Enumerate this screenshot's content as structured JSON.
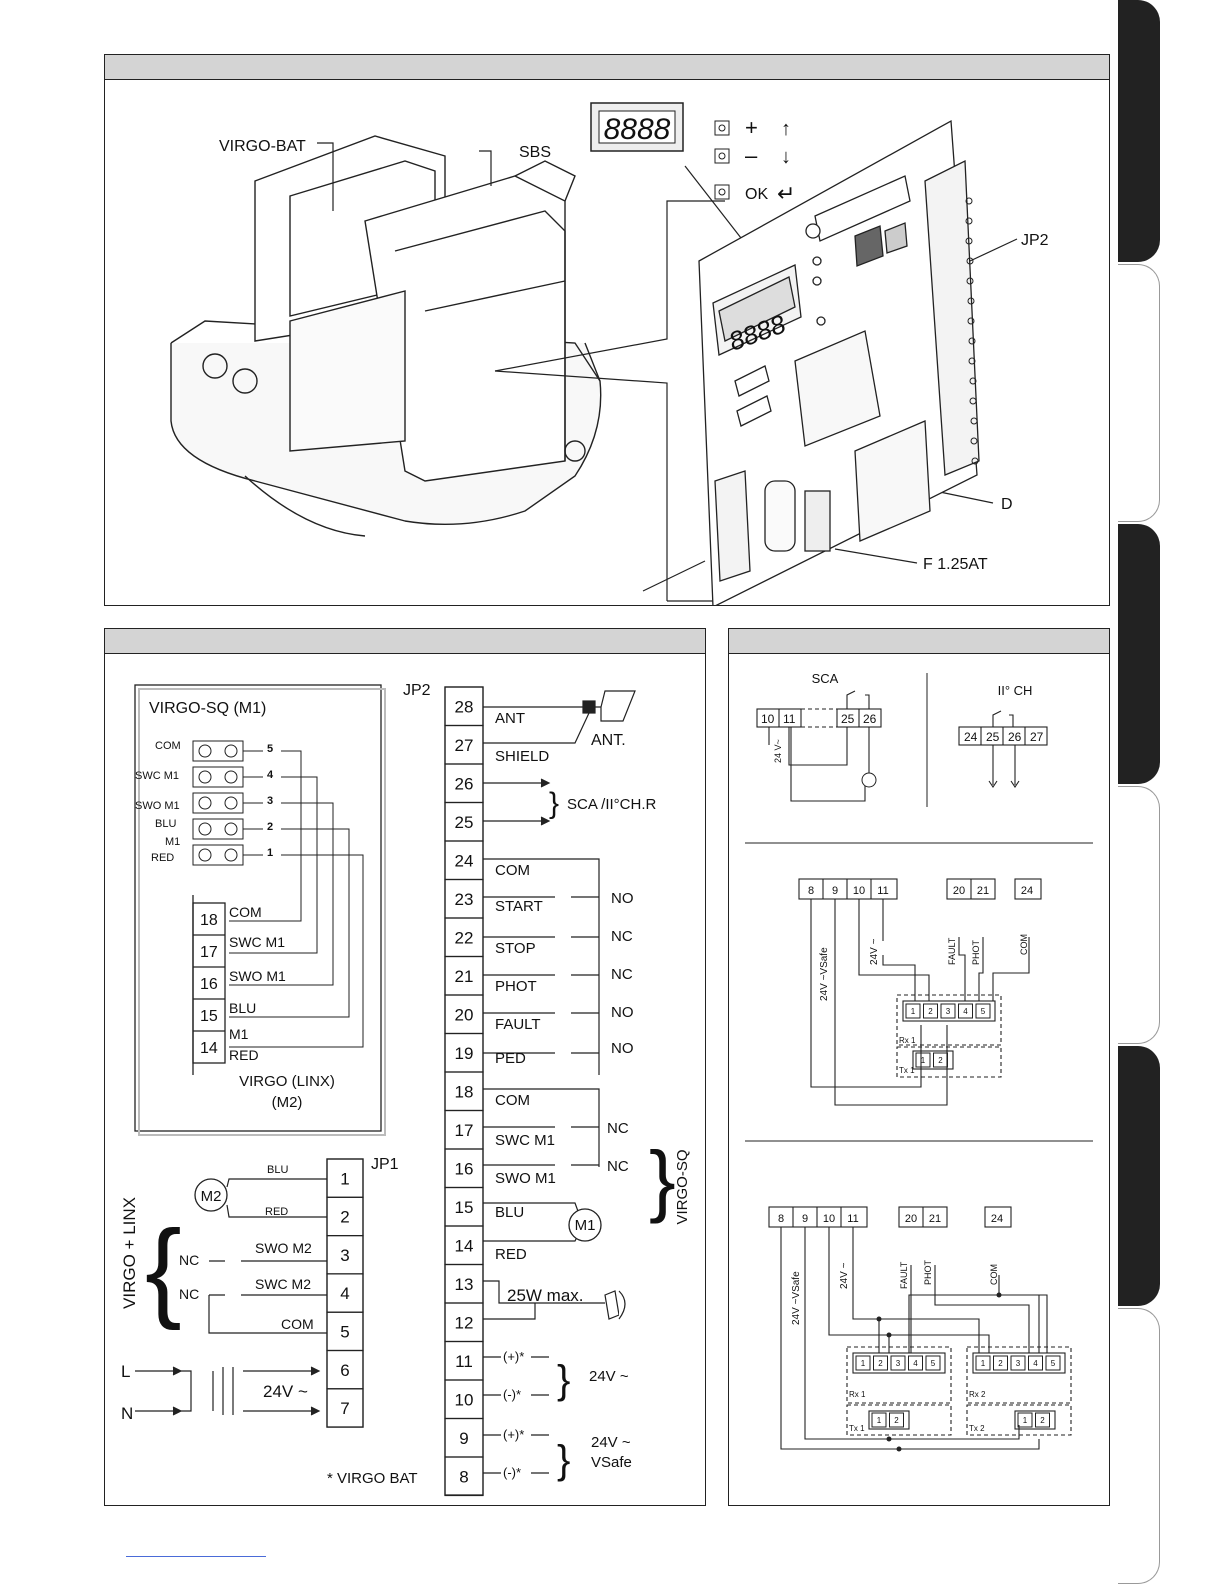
{
  "top_panel": {
    "labels": {
      "virgo_bat": "VIRGO-BAT",
      "sbs": "SBS",
      "jp2": "JP2",
      "d": "D",
      "fuse": "F  1.25AT",
      "display_digits": "8888",
      "plus": "+",
      "minus": "–",
      "ok": "OK"
    }
  },
  "wiring_panel": {
    "virgo_sq_title": "VIRGO-SQ (M1)",
    "m1_connector": [
      {
        "name": "COM",
        "num": "5"
      },
      {
        "name": "SWC M1",
        "num": "4"
      },
      {
        "name": "SWO M1",
        "num": "3"
      },
      {
        "name": "BLU",
        "num": "2"
      },
      {
        "name": "M1",
        "num": "1"
      },
      {
        "name": "RED",
        "num": ""
      }
    ],
    "linx_terminals": [
      {
        "num": "18",
        "label": "COM"
      },
      {
        "num": "17",
        "label": "SWC M1"
      },
      {
        "num": "16",
        "label": "SWO M1"
      },
      {
        "num": "15",
        "label": "BLU"
      },
      {
        "num": "14",
        "label": "M1"
      },
      {
        "num": "",
        "label": "RED"
      }
    ],
    "linx_caption_1": "VIRGO (LINX)",
    "linx_caption_2": "(M2)",
    "jp2_label": "JP2",
    "jp1_label": "JP1",
    "jp2_terminals": [
      "28",
      "27",
      "26",
      "25",
      "24",
      "23",
      "22",
      "21",
      "20",
      "19",
      "18",
      "17",
      "16",
      "15",
      "14",
      "13",
      "12",
      "11",
      "10",
      "9",
      "8"
    ],
    "jp2_wire_labels": {
      "ant": "ANT",
      "shield": "SHIELD",
      "ant_out": "ANT.",
      "sca": "SCA /II°CH.R",
      "com": "COM",
      "start": "START",
      "stop": "STOP",
      "phot": "PHOT",
      "fault": "FAULT",
      "ped": "PED",
      "com2": "COM",
      "swc": "SWC M1",
      "swo": "SWO M1",
      "blu": "BLU",
      "red": "RED",
      "lamp": "25W max.",
      "plus": "(+)*",
      "minus": "(-)*",
      "v24": "24V ~",
      "vsafe_1": "24V ~",
      "vsafe_2": "VSafe",
      "m1": "M1",
      "virgo_sq": "VIRGO-SQ"
    },
    "contact_states": [
      "NO",
      "NC",
      "NC",
      "NO",
      "NO",
      "NC",
      "NC"
    ],
    "jp1_terminals": [
      "1",
      "2",
      "3",
      "4",
      "5",
      "6",
      "7"
    ],
    "jp1_labels": {
      "blu": "BLU",
      "red": "RED",
      "m2": "M2",
      "swo": "SWO M2",
      "swc": "SWC M2",
      "com": "COM",
      "nc": "NC",
      "l": "L",
      "n": "N",
      "v24": "24V ~",
      "virgo_linx": "VIRGO + LINX"
    },
    "footnote": "* VIRGO BAT"
  },
  "right_panel": {
    "sca_title": "SCA",
    "sca_terms": [
      "10",
      "11",
      "25",
      "26"
    ],
    "sca_v": "24 V~",
    "ch2_title": "II° CH",
    "ch2_terms": [
      "24",
      "25",
      "26",
      "27"
    ],
    "d1_terms": [
      "8",
      "9",
      "10",
      "11",
      "20",
      "21",
      "24"
    ],
    "d_vert": {
      "vsafe": "24V ~VSafe",
      "v24": "24V ~",
      "fault": "FAULT",
      "phot": "PHOT",
      "com": "COM"
    },
    "rx_terms": [
      "1",
      "2",
      "3",
      "4",
      "5"
    ],
    "tx_terms": [
      "1",
      "2"
    ],
    "rx1": "Rx 1",
    "tx1": "Tx 1",
    "rx2": "Rx 2",
    "tx2": "Tx 2"
  },
  "colors": {
    "header": "#d4d4d4",
    "ink": "#111111",
    "tab_dark": "#222222",
    "link": "#4a6bd8"
  }
}
